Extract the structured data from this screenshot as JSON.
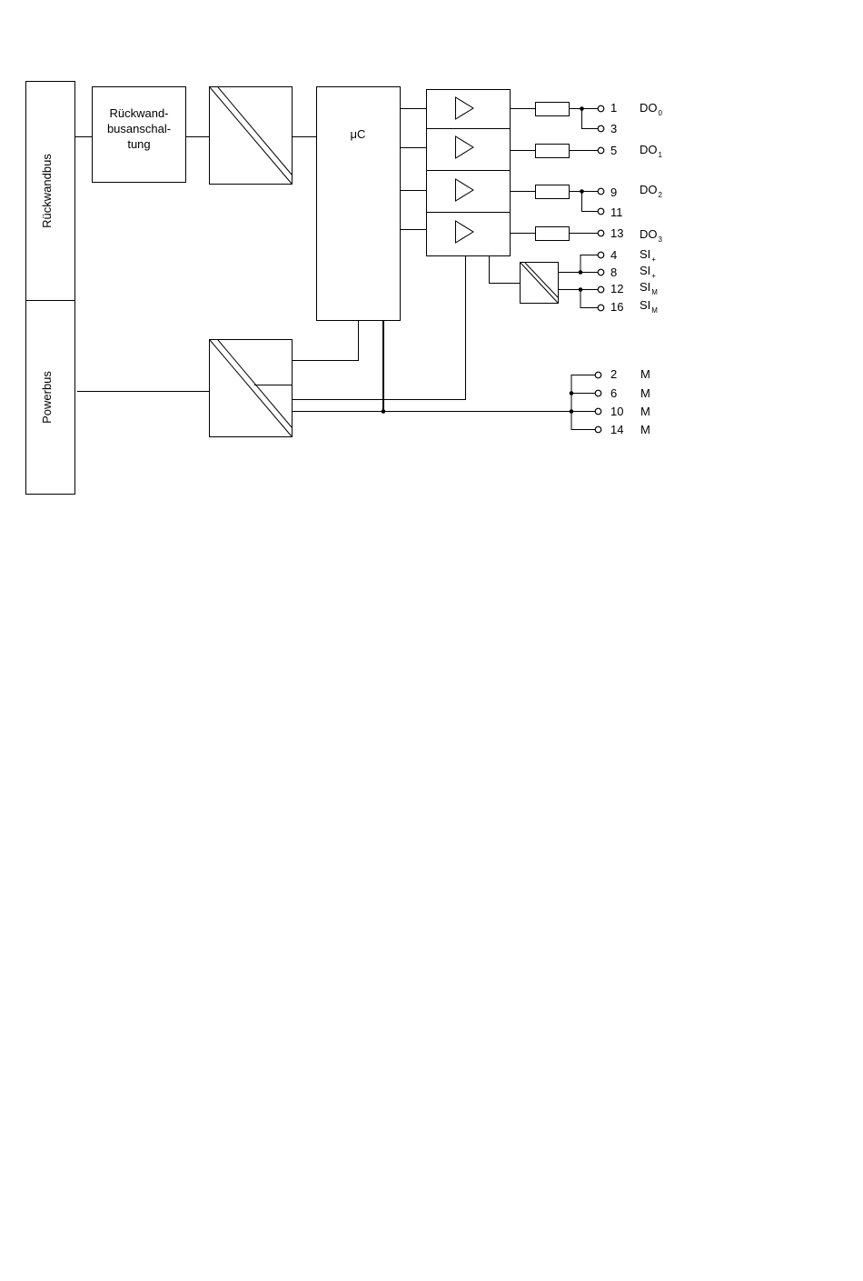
{
  "backplane_bus": {
    "label": "Rückwandbus"
  },
  "power_bus": {
    "label": "Powerbus"
  },
  "bus_interface": {
    "line1": "Rückwand-",
    "line2": "busanschal-",
    "line3": "tung"
  },
  "microcontroller": {
    "label": "μC"
  },
  "output_terminals": [
    {
      "pins": [
        "1",
        "3"
      ],
      "signal": "DO",
      "sub": "0"
    },
    {
      "pins": [
        "5"
      ],
      "signal": "DO",
      "sub": "1"
    },
    {
      "pins": [
        "9",
        "11"
      ],
      "signal": "DO",
      "sub": "2"
    },
    {
      "pins": [
        "13"
      ],
      "signal": "DO",
      "sub": "3"
    }
  ],
  "sensor_terminals": [
    {
      "pin": "4",
      "signal": "SI",
      "sub": "+"
    },
    {
      "pin": "8",
      "signal": "SI",
      "sub": "+"
    },
    {
      "pin": "12",
      "signal": "SI",
      "sub": "M"
    },
    {
      "pin": "16",
      "signal": "SI",
      "sub": "M"
    }
  ],
  "ground_terminals": [
    {
      "pin": "2",
      "signal": "M"
    },
    {
      "pin": "6",
      "signal": "M"
    },
    {
      "pin": "10",
      "signal": "M"
    },
    {
      "pin": "14",
      "signal": "M"
    }
  ]
}
